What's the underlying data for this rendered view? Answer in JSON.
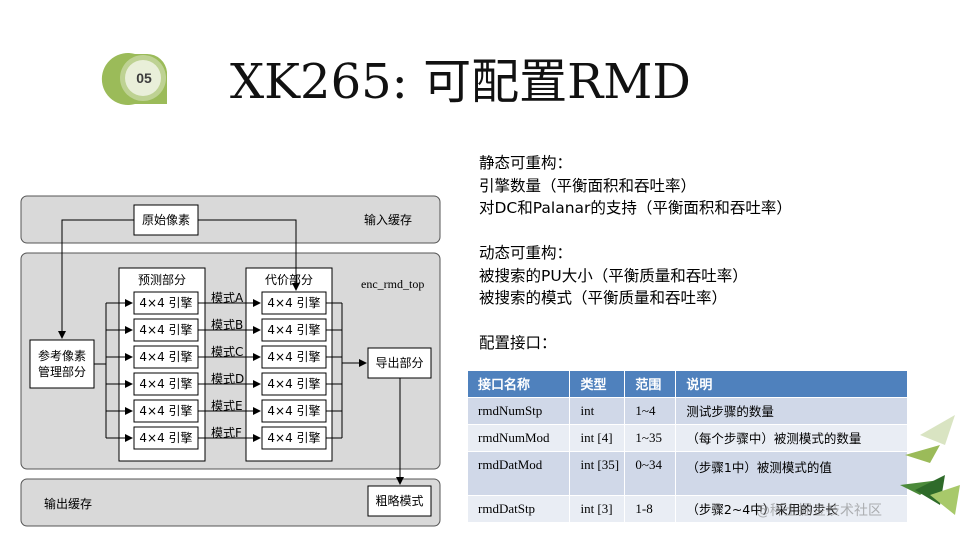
{
  "slide": {
    "number": "05",
    "title": "XK265: 可配置RMD"
  },
  "diagram": {
    "input_buffer_label": "输入缓存",
    "output_buffer_label": "输出缓存",
    "raw_pixels_label": "原始像素",
    "enc_label": "enc_rmd_top",
    "ref_block_label_1": "参考像素",
    "ref_block_label_2": "管理部分",
    "predict_title": "预测部分",
    "cost_title": "代价部分",
    "export_label": "导出部分",
    "coarse_mode_label": "粗略模式",
    "engine_label": "4×4 引擎",
    "modes": [
      "模式A",
      "模式B",
      "模式C",
      "模式D",
      "模式E",
      "模式F"
    ]
  },
  "info": {
    "lines": [
      "静态可重构：",
      "引擎数量（平衡面积和吞吐率）",
      "对DC和Palanar的支持（平衡面积和吞吐率）",
      "",
      "动态可重构：",
      "被搜索的PU大小（平衡质量和吞吐率）",
      "被搜索的模式（平衡质量和吞吐率）",
      "",
      "配置接口："
    ]
  },
  "table": {
    "headers": [
      "接口名称",
      "类型",
      "范围",
      "说明"
    ],
    "rows": [
      [
        "rmdNumStp",
        "int",
        "1~4",
        "测试步骤的数量"
      ],
      [
        "rmdNumMod",
        "int [4]",
        "1~35",
        "（每个步骤中）被测模式的数量"
      ],
      [
        "rmdDatMod",
        "int [35]",
        "0~34",
        "（步骤1中）被测模式的值"
      ],
      [
        "rmdDatStp",
        "int [3]",
        "1-8",
        "（步骤2~4中）采用的步长"
      ]
    ]
  },
  "watermark": "@稀土掘金技术社区",
  "colors": {
    "accent_green": "#9bbb59",
    "table_header": "#4f81bd",
    "table_row_dark": "#d0d8e8",
    "table_row_light": "#e9edf4",
    "panel_gray": "#d9d9d9"
  }
}
